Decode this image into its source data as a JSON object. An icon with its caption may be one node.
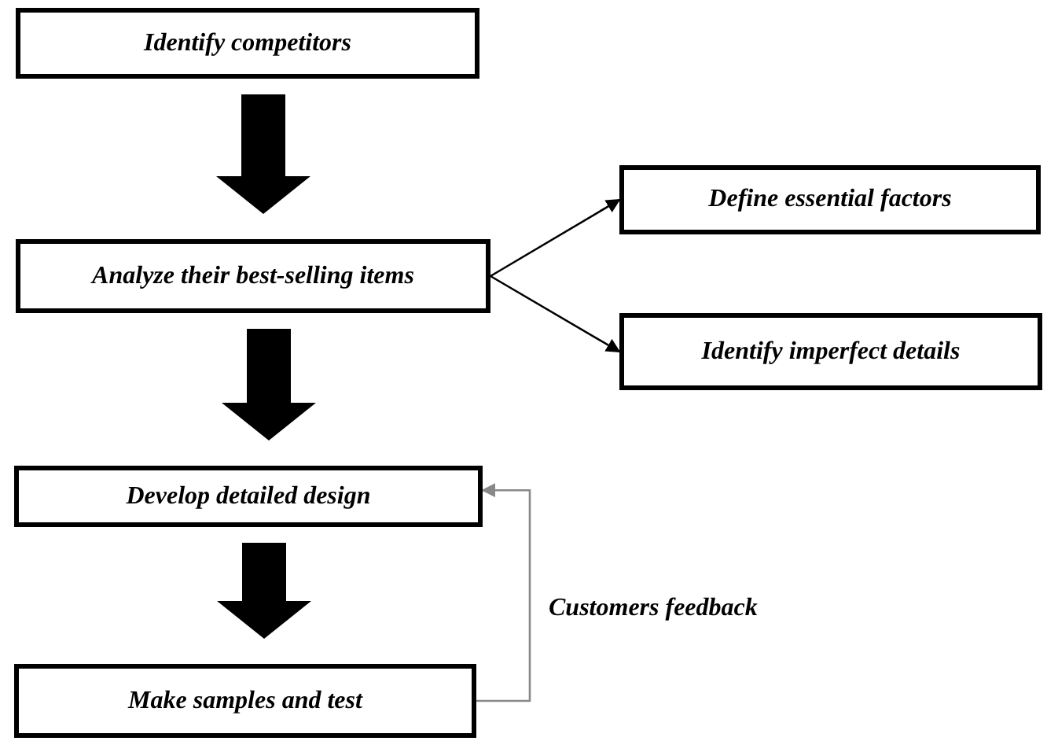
{
  "diagram": {
    "nodes": [
      {
        "text": [
          "Identify competitors"
        ]
      },
      {
        "text": [
          "Analyze their best-selling items"
        ]
      },
      {
        "text": [
          "Define essential factors"
        ]
      },
      {
        "text": [
          "Identify imperfect details"
        ]
      },
      {
        "text": [
          "Develop detailed design"
        ]
      },
      {
        "text": [
          "Make samples and test"
        ]
      }
    ],
    "edges": [
      {
        "from": 0,
        "to": 1,
        "arrow": "to",
        "style": "thick"
      },
      {
        "from": 1,
        "to": 2,
        "arrow": "to"
      },
      {
        "from": 1,
        "to": 3,
        "arrow": "to"
      },
      {
        "from": 1,
        "to": 4,
        "arrow": "to",
        "style": "thick"
      },
      {
        "from": 4,
        "to": 5,
        "arrow": "to",
        "style": "thick"
      },
      {
        "from": 5,
        "to": 4,
        "arrow": "to",
        "label": "Customers feedback",
        "color": "#888888"
      }
    ]
  }
}
